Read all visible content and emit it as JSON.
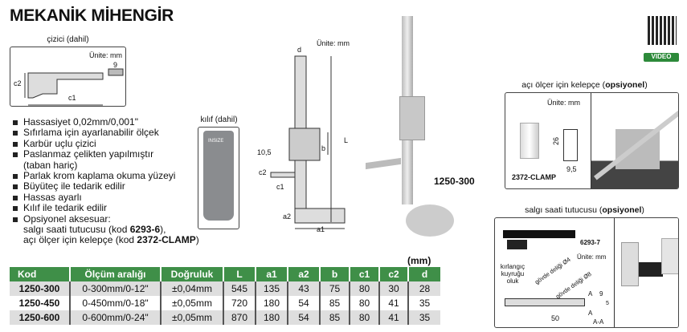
{
  "title": "MEKANİK MİHENGİR",
  "scriber": {
    "caption": "çizici (dahil)",
    "unit": "Ünite: mm",
    "dims": {
      "width": "9",
      "c1": "c1",
      "c2": "c2"
    }
  },
  "case": {
    "caption": "kılıf (dahil)",
    "brand": "INSIZE"
  },
  "features": [
    "Hassasiyet 0,02mm/0,001\"",
    "Sıfırlama için ayarlanabilir ölçek",
    "Karbür uçlu çizici",
    "Paslanmaz çelikten yapılmıştır",
    "(taban hariç)",
    "Parlak krom kaplama okuma yüzeyi",
    "Büyüteç ile tedarik edilir",
    "Hassas ayarlı",
    "Kılıf ile tedarik edilir",
    "Opsiyonel aksesuar:"
  ],
  "accessory_line1": {
    "pre": "salgı saati tutucusu (kod ",
    "code": "6293-6",
    "post": "),"
  },
  "accessory_line2": {
    "pre": "açı ölçer için kelepçe (kod ",
    "code": "2372-CLAMP",
    "post": ")"
  },
  "drawing": {
    "unit": "Ünite: mm",
    "labels": {
      "d": "d",
      "L": "L",
      "b": "b",
      "c2": "c2",
      "c1": "c1",
      "h": "10,5",
      "a1": "a1",
      "a2": "a2"
    }
  },
  "product_model": "1250-300",
  "clamp": {
    "caption_pre": "açı ölçer için kelepçe (",
    "caption_bold": "opsiyonel",
    "caption_post": ")",
    "unit": "Ünite: mm",
    "height": "26",
    "width": "9,5",
    "code": "2372-CLAMP"
  },
  "holder": {
    "caption_pre": "salgı saati tutucusu (",
    "caption_bold": "opsiyonel",
    "caption_post": ")",
    "code": "6293-7",
    "unit": "Ünite: mm",
    "dovetail": "kırlangıç kuyruğu oluk",
    "hole4": "gövde deliği Ø4",
    "hole8": "gövde deliği Ø8",
    "len": "50",
    "w": "9",
    "h": "5",
    "section": "A-A",
    "A": "A"
  },
  "qr": {
    "label": "VIDEO"
  },
  "table": {
    "unit": "(mm)",
    "headers": [
      "Kod",
      "Ölçüm aralığı",
      "Doğruluk",
      "L",
      "a1",
      "a2",
      "b",
      "c1",
      "c2",
      "d"
    ],
    "rows": [
      [
        "1250-300",
        "0-300mm/0-12\"",
        "±0,04mm",
        "545",
        "135",
        "43",
        "75",
        "80",
        "30",
        "28"
      ],
      [
        "1250-450",
        "0-450mm/0-18\"",
        "±0,05mm",
        "720",
        "180",
        "54",
        "85",
        "80",
        "41",
        "35"
      ],
      [
        "1250-600",
        "0-600mm/0-24\"",
        "±0,05mm",
        "870",
        "180",
        "54",
        "85",
        "80",
        "41",
        "35"
      ]
    ]
  }
}
